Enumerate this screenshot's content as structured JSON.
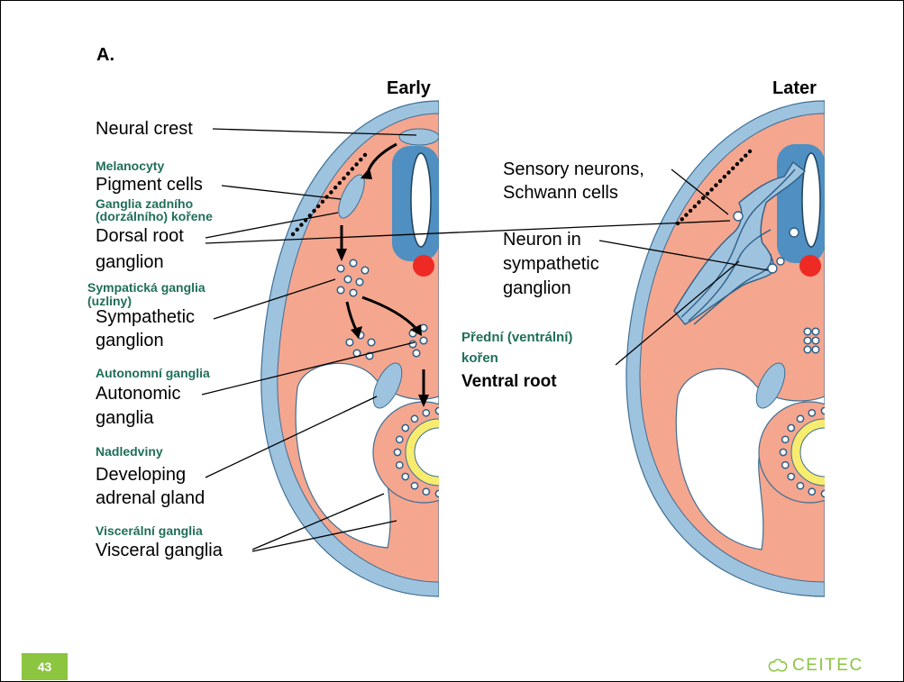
{
  "panel_label": "A.",
  "headings": {
    "early": "Early",
    "later": "Later"
  },
  "labels": {
    "neural_crest": "Neural crest",
    "melanocyty": "Melanocyty",
    "pigment_cells": "Pigment cells",
    "ganglia_zadniho_1": "Ganglia zadního",
    "ganglia_zadniho_2": "(dorzálního) kořene",
    "dorsal_root_1": "Dorsal root",
    "dorsal_root_2": "ganglion",
    "sympaticka_1": "Sympatická ganglia",
    "sympaticka_2": "(uzliny)",
    "sympathetic_1": "Sympathetic",
    "sympathetic_2": "ganglion",
    "autonomni": "Autonomní ganglia",
    "autonomic_1": "Autonomic",
    "autonomic_2": "ganglia",
    "nadledviny": "Nadledviny",
    "adrenal_1": "Developing",
    "adrenal_2": "adrenal gland",
    "visceralni": "Viscerální ganglia",
    "visceral": "Visceral ganglia",
    "sensory_1": "Sensory neurons,",
    "sensory_2": "Schwann cells",
    "neuron_symp_1": "Neuron in",
    "neuron_symp_2": "sympathetic",
    "neuron_symp_3": "ganglion",
    "predni_1": "Přední (ventrální)",
    "predni_2": "kořen",
    "ventral_root": "Ventral root"
  },
  "footer": {
    "slide_number": "43",
    "logo_text": "CEITEC"
  },
  "colors": {
    "body": "#f4a68f",
    "outer": "#9ec3df",
    "neural": "#4f8fc1",
    "node": "#ee2a24",
    "gut_ring": "#f7ec6e",
    "czech_label": "#1f6e5a",
    "footer_green": "#8cc540"
  }
}
